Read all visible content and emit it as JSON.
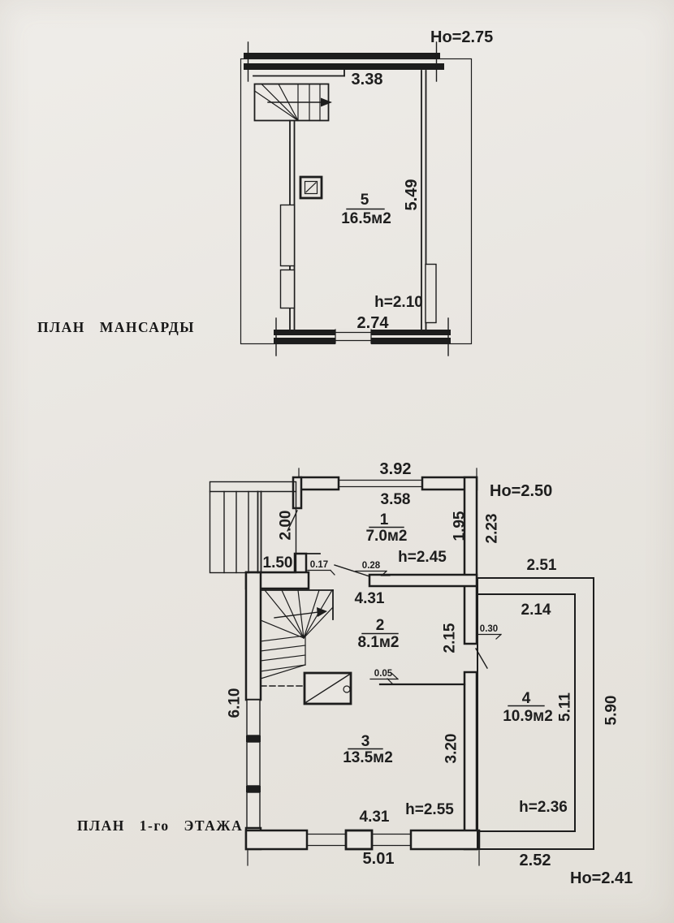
{
  "colors": {
    "paper": "#e9e6e1",
    "ink": "#1d1d1d"
  },
  "attic": {
    "title": "ПЛАН МАНСАРДЫ",
    "height_note": "Но=2.75",
    "room": {
      "number": "5",
      "area": "16.5м2",
      "height": "h=2.10"
    },
    "dims": {
      "top_width": "3.38",
      "right_depth": "5.49",
      "bottom_window": "2.74"
    }
  },
  "floor1": {
    "title": "ПЛАН 1-го ЭТАЖА",
    "height_note_top": "Но=2.50",
    "height_note_bottom": "Но=2.41",
    "rooms": {
      "hall": {
        "number": "1",
        "area": "7.0м2",
        "height": "h=2.45"
      },
      "stair_room": {
        "number": "2",
        "area": "8.1м2"
      },
      "living": {
        "number": "3",
        "area": "13.5м2",
        "height": "h=2.55"
      },
      "veranda": {
        "number": "4",
        "area": "10.9м2",
        "height": "h=2.36"
      }
    },
    "dims": {
      "top_outer": "3.92",
      "top_inner": "3.58",
      "hall_right_inner": "1.95",
      "hall_right_outer": "2.23",
      "entry_depth": "2.00",
      "entry_width": "1.50",
      "wall_stub": "0.17",
      "hall_door": "0.28",
      "veranda_top_outer": "2.51",
      "veranda_top_inner": "2.14",
      "room2_width": "4.31",
      "room2_right": "2.15",
      "veranda_door": "0.30",
      "partition": "0.05",
      "veranda_right_inner": "5.11",
      "veranda_right_outer": "5.90",
      "left_side": "6.10",
      "room3_right": "3.20",
      "room3_width": "4.31",
      "bottom_left": "5.01",
      "veranda_bottom": "2.52"
    }
  }
}
